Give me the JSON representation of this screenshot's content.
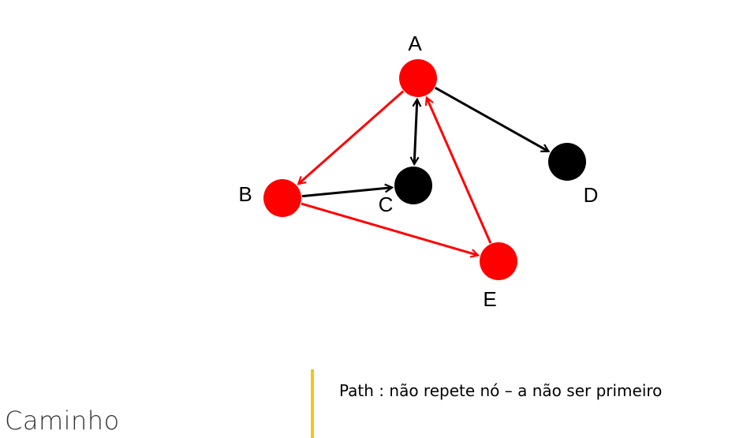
{
  "title": "Caminho",
  "note": "Path : não repete nó – a não ser primeiro",
  "colors": {
    "highlight": "#ff0000",
    "node_default": "#000000",
    "accent_bar": "#f5c418"
  },
  "graph": {
    "nodes": [
      {
        "id": "A",
        "label": "A",
        "highlighted": true
      },
      {
        "id": "B",
        "label": "B",
        "highlighted": true
      },
      {
        "id": "C",
        "label": "C",
        "highlighted": false
      },
      {
        "id": "D",
        "label": "D",
        "highlighted": false
      },
      {
        "id": "E",
        "label": "E",
        "highlighted": true
      }
    ],
    "edges": [
      {
        "from": "A",
        "to": "B",
        "highlighted": true,
        "bidirectional": false
      },
      {
        "from": "B",
        "to": "E",
        "highlighted": true,
        "bidirectional": false
      },
      {
        "from": "E",
        "to": "A",
        "highlighted": true,
        "bidirectional": false
      },
      {
        "from": "A",
        "to": "C",
        "highlighted": false,
        "bidirectional": true
      },
      {
        "from": "B",
        "to": "C",
        "highlighted": false,
        "bidirectional": false
      },
      {
        "from": "A",
        "to": "D",
        "highlighted": false,
        "bidirectional": false
      }
    ]
  }
}
